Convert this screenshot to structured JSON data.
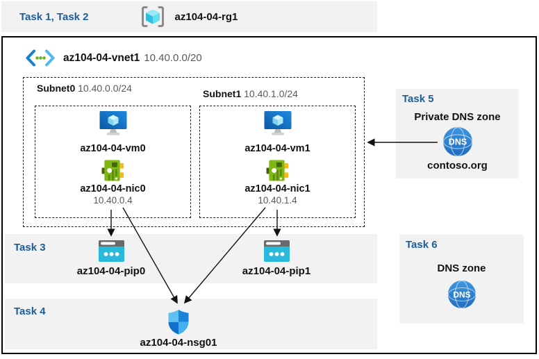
{
  "header": {
    "tasks": "Task 1, Task 2",
    "resource_group": "az104-04-rg1"
  },
  "vnet": {
    "name": "az104-04-vnet1",
    "cidr": "10.40.0.0/20"
  },
  "subnets": [
    {
      "name": "Subnet0",
      "cidr": "10.40.0.0/24",
      "vm": "az104-04-vm0",
      "nic": "az104-04-nic0",
      "nic_ip": "10.40.0.4"
    },
    {
      "name": "Subnet1",
      "cidr": "10.40.1.0/24",
      "vm": "az104-04-vm1",
      "nic": "az104-04-nic1",
      "nic_ip": "10.40.1.4"
    }
  ],
  "task3": {
    "label": "Task 3",
    "pip0": "az104-04-pip0",
    "pip1": "az104-04-pip1"
  },
  "task4": {
    "label": "Task 4",
    "nsg": "az104-04-nsg01"
  },
  "task5": {
    "label": "Task 5",
    "title": "Private DNS zone",
    "zone_name": "contoso.org"
  },
  "task6": {
    "label": "Task 6",
    "title": "DNS zone"
  },
  "icons": {
    "resource_group": "resource-group-icon",
    "virtual_network": "virtual-network-icon",
    "virtual_machine": "virtual-machine-icon",
    "network_interface": "nic-icon",
    "public_ip": "public-ip-icon",
    "network_security_group": "nsg-shield-icon",
    "dns": "dns-globe-icon",
    "dns_icon_text": "DNS"
  },
  "colors": {
    "task_label_blue": "#1d5c96",
    "panel_gray": "#f2f2f2",
    "muted_text": "#595959",
    "box_border": "#000000",
    "dns_blue": "#2c84d3",
    "pip_cyan": "#29b9dc",
    "nic_green": "#7fb910",
    "vm_blue": "#1a7fd4",
    "cube_cyan": "#32bedd"
  }
}
